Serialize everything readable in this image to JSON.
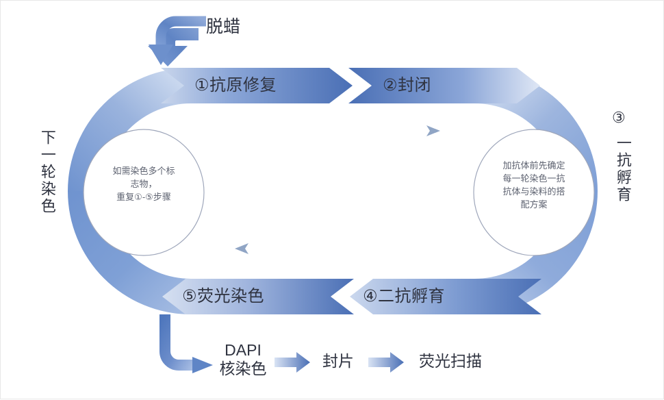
{
  "diagram": {
    "title_entry": "脱蜡",
    "cycle_steps": [
      {
        "id": "step1",
        "label": "①抗原修复",
        "position": "top-left"
      },
      {
        "id": "step2",
        "label": "②封闭",
        "position": "top-right"
      },
      {
        "id": "step3",
        "label": "③\n一抗孵育",
        "position": "right",
        "marker": "③",
        "text": "一抗孵育"
      },
      {
        "id": "step4",
        "label": "④二抗孵育",
        "position": "bottom-right"
      },
      {
        "id": "step5",
        "label": "⑤荧光染色",
        "position": "bottom-left"
      }
    ],
    "left_side": {
      "marker": "",
      "text": "下一轮染色"
    },
    "right_side": {
      "marker": "③",
      "text": "一抗孵育"
    },
    "note_left": {
      "lines": [
        "如需染色多个标",
        "志物，",
        "重复①-⑤步骤"
      ],
      "full": "如需染色多个标志物，重复①-⑤步骤"
    },
    "note_right": {
      "lines": [
        "加抗体前先确定",
        "每一轮染色一抗",
        "抗体与染料的搭",
        "配方案"
      ],
      "full": "加抗体前先确定每一轮染色一抗抗体与染料的搭配方案"
    },
    "tail_flow": [
      {
        "id": "dapi",
        "line1": "DAPI",
        "line2": "核染色"
      },
      {
        "id": "mount",
        "line1": "封片",
        "line2": ""
      },
      {
        "id": "scan",
        "line1": "荧光扫描",
        "line2": ""
      }
    ],
    "dashed_arrows": [
      {
        "id": "top-dashed",
        "direction": "right"
      },
      {
        "id": "bottom-dashed",
        "direction": "left"
      }
    ],
    "colors": {
      "blue_dark": "#4a6fb5",
      "blue_mid": "#6d8ecb",
      "blue_light": "#c5d3ea",
      "blue_pale": "#e3ebf7",
      "text": "#2f3340",
      "note_text": "#5d6270",
      "background": "#ffffff",
      "border": "#e8e8e8"
    }
  }
}
